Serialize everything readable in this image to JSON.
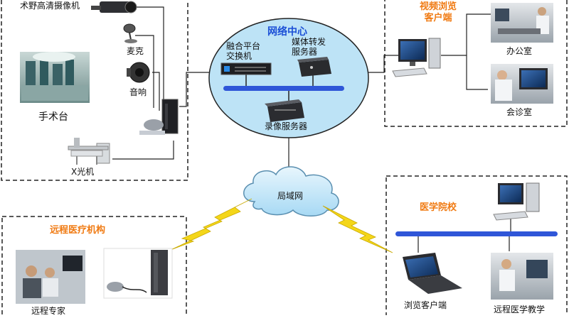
{
  "labels": {
    "hd_camera": "术野高清摄像机",
    "microphone": "麦克",
    "speaker": "音响",
    "operating_table": "手术台",
    "xray": "X光机",
    "network_center": "网络中心",
    "fusion_platform": "融合平台\n交换机",
    "media_server": "媒体转发\n服务器",
    "recording_server": "录像服务器",
    "video_client": "视频浏览\n客户端",
    "office": "办公室",
    "consultation_room": "会诊室",
    "lan": "局域网",
    "remote_institution": "远程医疗机构",
    "remote_expert": "远程专家",
    "medical_school": "医学院校",
    "browse_client": "浏览客户端",
    "remote_teaching": "远程医学教学"
  },
  "colors": {
    "accent_blue": "#1b4fd6",
    "accent_orange": "#f07a12",
    "cloud_fill": "#b9e3f8",
    "bus_blue": "#2f56d8",
    "lightning": "#f4d619"
  }
}
